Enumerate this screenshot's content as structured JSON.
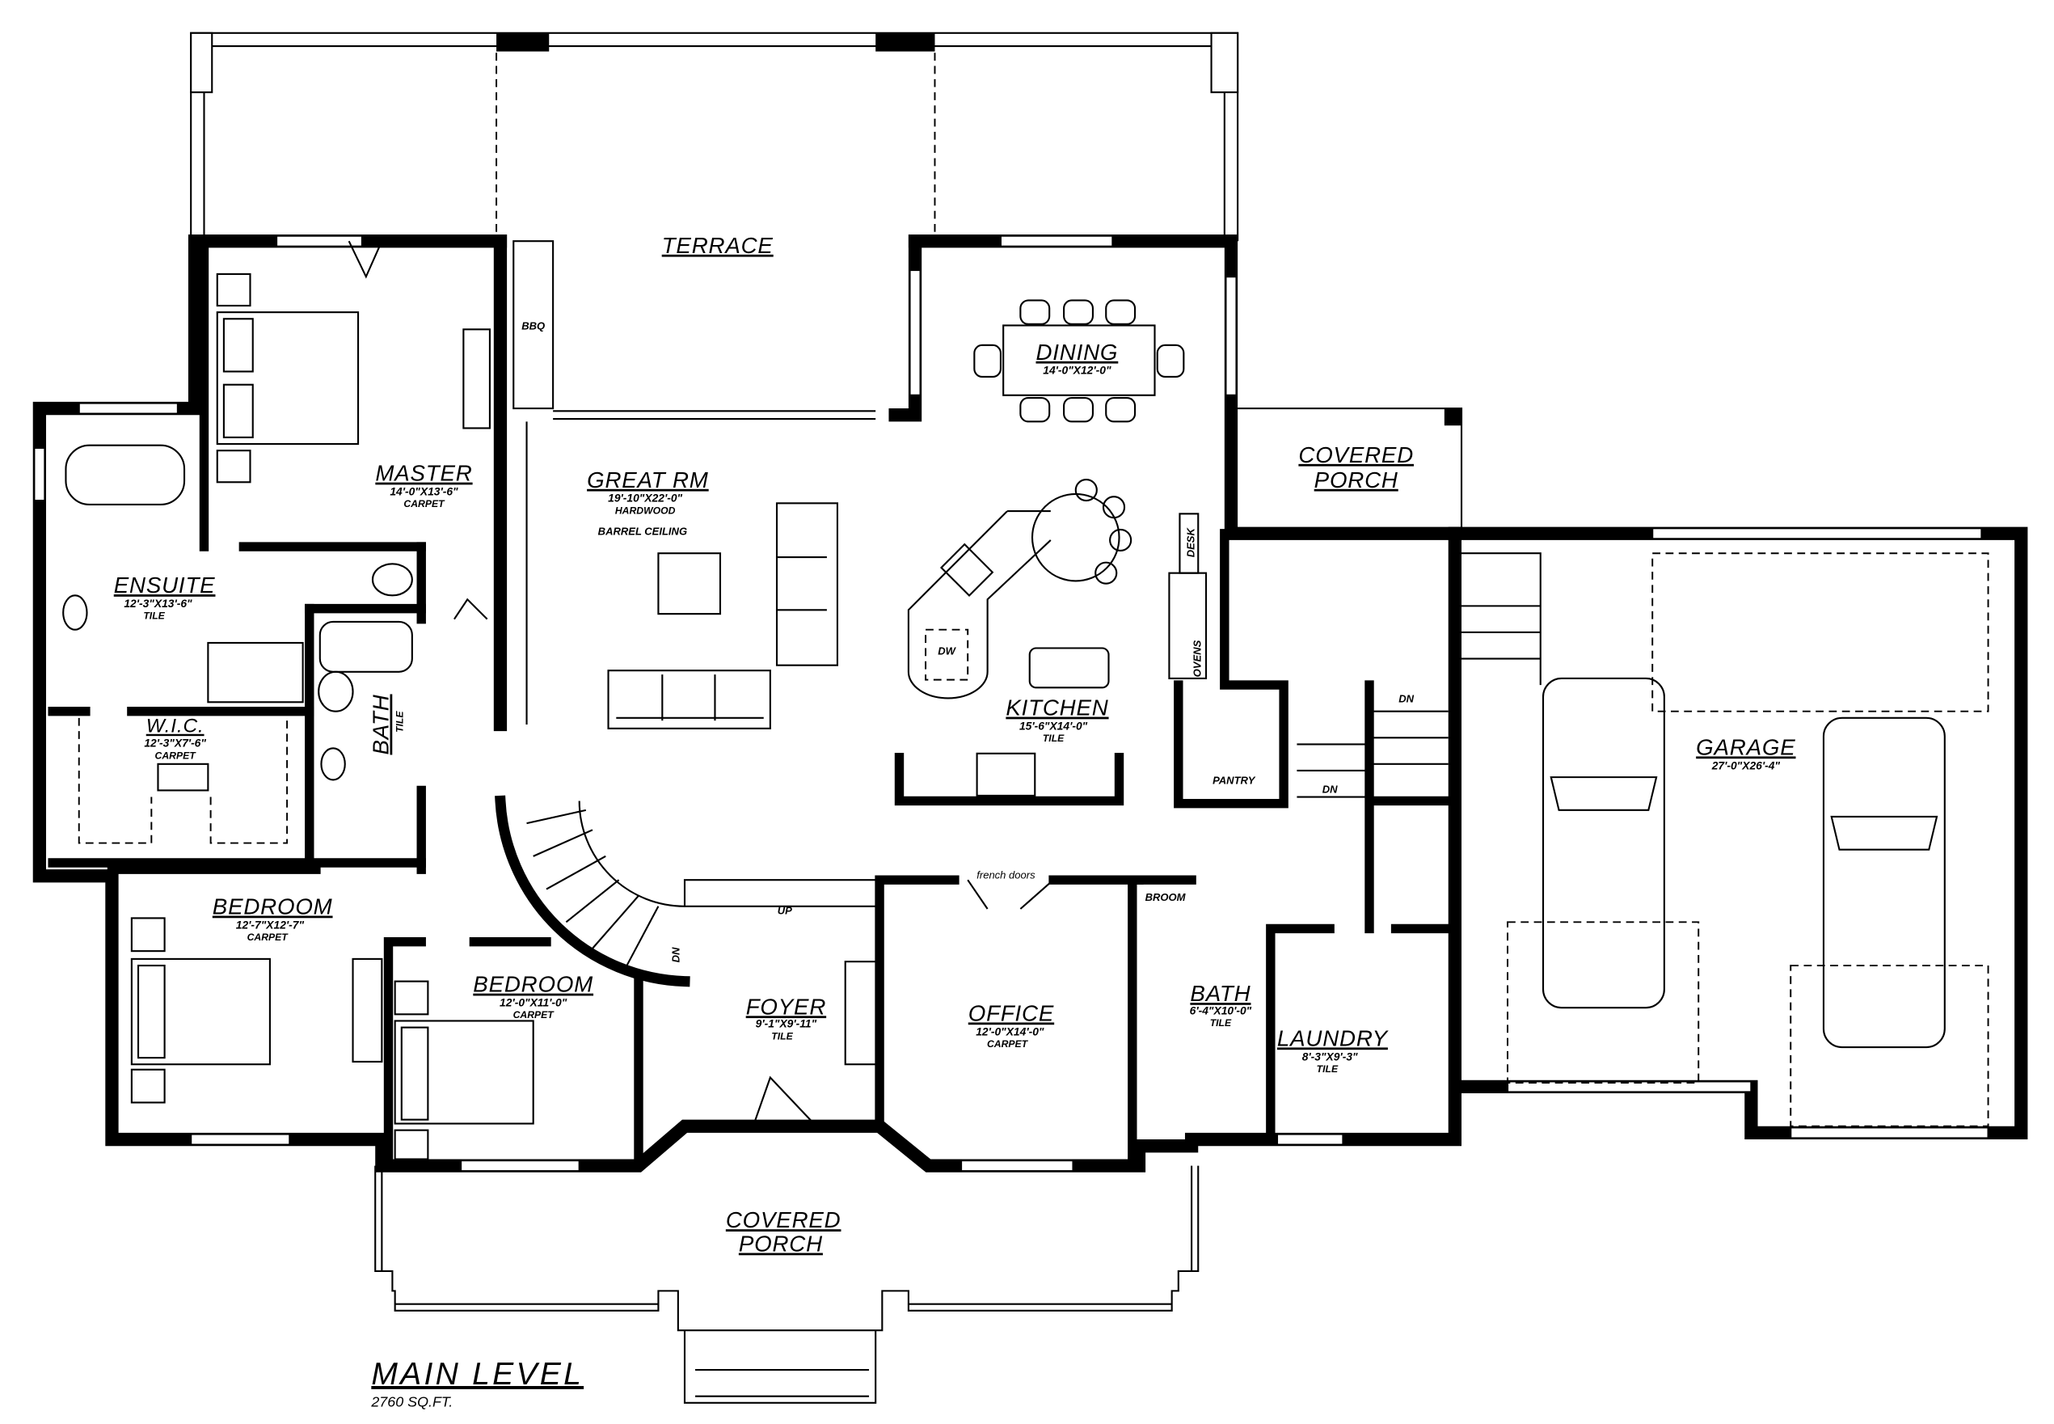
{
  "plan": {
    "title": "MAIN LEVEL",
    "area": "2760 SQ.FT."
  },
  "rooms": {
    "terrace": {
      "name": "TERRACE"
    },
    "master": {
      "name": "MASTER",
      "dims": "14'-0\"X13'-6\"",
      "floor": "CARPET"
    },
    "great_rm": {
      "name": "GREAT RM",
      "dims": "19'-10\"X22'-0\"",
      "floor": "HARDWOOD",
      "note": "BARREL CEILING"
    },
    "dining": {
      "name": "DINING",
      "dims": "14'-0\"X12'-0\""
    },
    "covered_porch_rear": {
      "name1": "COVERED",
      "name2": "PORCH"
    },
    "ensuite": {
      "name": "ENSUITE",
      "dims": "12'-3\"X13'-6\"",
      "floor": "TILE"
    },
    "kitchen": {
      "name": "KITCHEN",
      "dims": "15'-6\"X14'-0\"",
      "floor": "TILE"
    },
    "garage": {
      "name": "GARAGE",
      "dims": "27'-0\"X26'-4\""
    },
    "wic": {
      "name": "W.I.C.",
      "dims": "12'-3\"X7'-6\"",
      "floor": "CARPET"
    },
    "bath_1": {
      "name": "BATH",
      "floor": "TILE"
    },
    "bedroom_1": {
      "name": "BEDROOM",
      "dims": "12'-7\"X12'-7\"",
      "floor": "CARPET"
    },
    "bedroom_2": {
      "name": "BEDROOM",
      "dims": "12'-0\"X11'-0\"",
      "floor": "CARPET"
    },
    "foyer": {
      "name": "FOYER",
      "dims": "9'-1\"X9'-11\"",
      "floor": "TILE"
    },
    "office": {
      "name": "OFFICE",
      "dims": "12'-0\"X14'-0\"",
      "floor": "CARPET"
    },
    "bath_2": {
      "name": "BATH",
      "dims": "6'-4\"X10'-0\"",
      "floor": "TILE"
    },
    "laundry": {
      "name": "LAUNDRY",
      "dims": "8'-3\"X9'-3\"",
      "floor": "TILE"
    },
    "covered_porch_front": {
      "name1": "COVERED",
      "name2": "PORCH"
    }
  },
  "labels": {
    "bbq": "BBQ",
    "desk": "DESK",
    "ovens": "OVENS",
    "dw": "DW",
    "pantry": "PANTRY",
    "broom": "BROOM",
    "dn": "DN",
    "up": "UP",
    "french_doors": "french doors"
  }
}
